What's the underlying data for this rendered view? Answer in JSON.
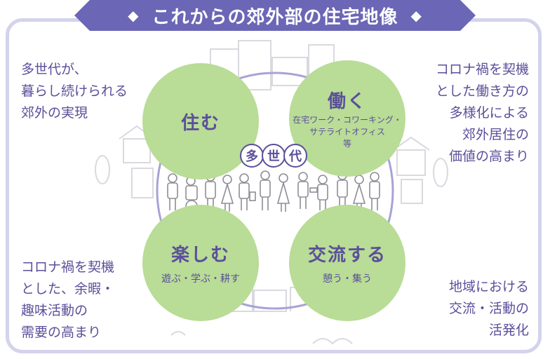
{
  "banner": {
    "title": "これからの郊外部の住宅地像",
    "diamond_left": "◆",
    "diamond_right": "◆",
    "color": "#6b66b5"
  },
  "notes": {
    "top_left": [
      "多世代が、",
      "暮らし続けられる",
      "郊外の実現"
    ],
    "top_right": [
      "コロナ禍を契機",
      "とした働き方の",
      "多様化による",
      "郊外居住の",
      "価値の高まり"
    ],
    "bottom_left": [
      "コロナ禍を契機",
      "とした、余暇・",
      "趣味活動の",
      "需要の高まり"
    ],
    "bottom_right": [
      "地域における",
      "交流・活動の",
      "活発化"
    ]
  },
  "circles": {
    "live": {
      "title": "住む"
    },
    "work": {
      "title": "働く",
      "sub": [
        "在宅ワーク・コワーキング・",
        "サテライトオフィス",
        "等"
      ]
    },
    "enjoy": {
      "title": "楽しむ",
      "sub": [
        "遊ぶ・学ぶ・耕す"
      ]
    },
    "exchange": {
      "title": "交流する",
      "sub": [
        "憩う・集う"
      ]
    }
  },
  "center_tag": [
    "多",
    "世",
    "代"
  ],
  "colors": {
    "text": "#5a4f9a",
    "circle": "#b9dc96",
    "frame": "#d4d3ec",
    "illustration": "#d9d9df"
  }
}
